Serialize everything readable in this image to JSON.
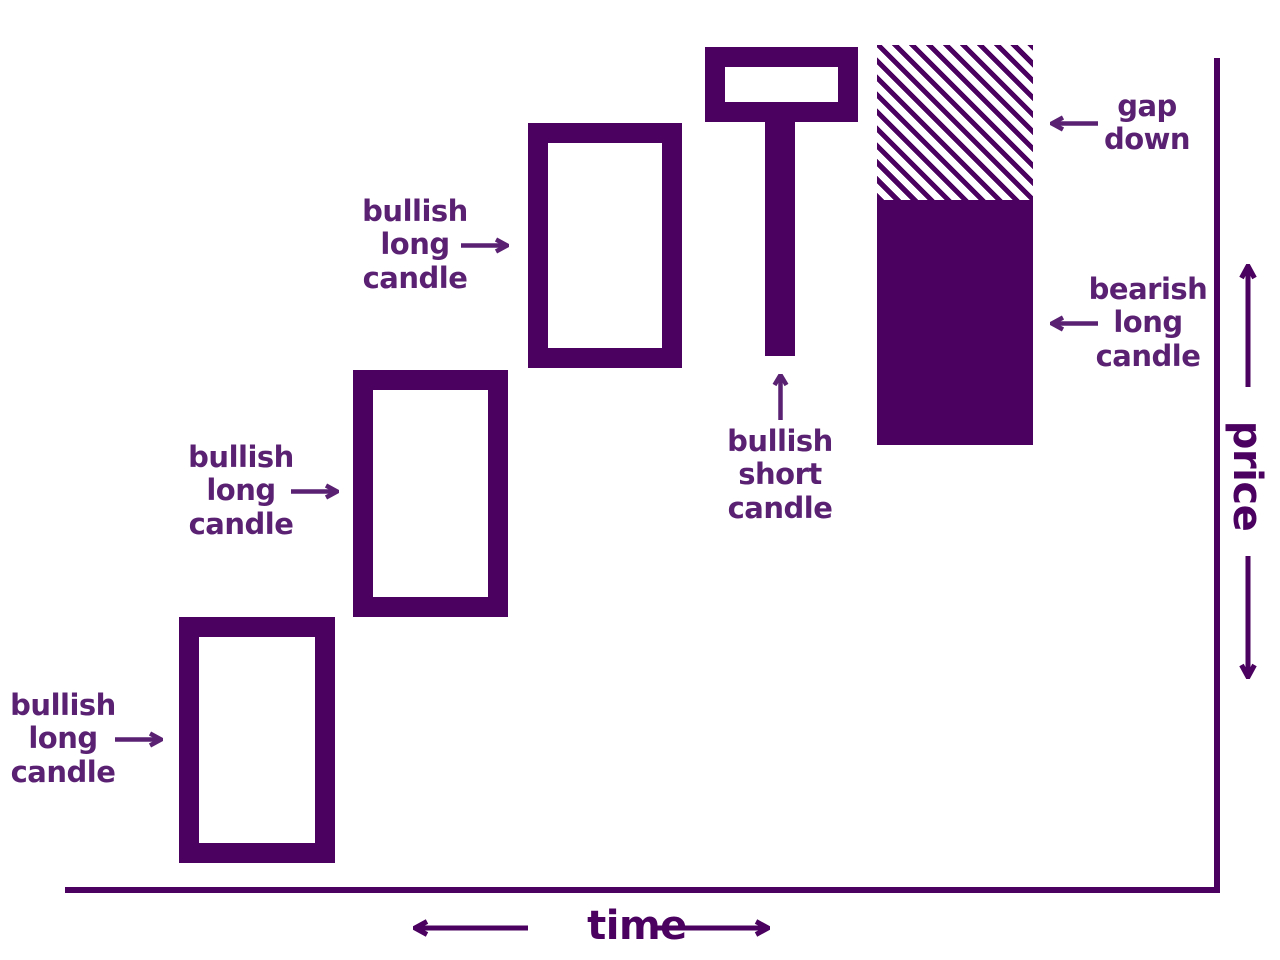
{
  "diagram": {
    "type": "candlestick-pattern-illustration",
    "colors": {
      "candle": "#4a015f",
      "label_text": "#5a2173",
      "background": "#ffffff"
    },
    "axes": {
      "x_label": "time",
      "y_label": "price"
    },
    "labels": {
      "candle1": {
        "lines": [
          "bullish",
          "long",
          "candle"
        ]
      },
      "candle2": {
        "lines": [
          "bullish",
          "long",
          "candle"
        ]
      },
      "candle3": {
        "lines": [
          "bullish",
          "long",
          "candle"
        ]
      },
      "candle4": {
        "lines": [
          "bullish",
          "short",
          "candle"
        ]
      },
      "gap": {
        "lines": [
          "gap",
          "down"
        ]
      },
      "candle5": {
        "lines": [
          "bearish",
          "long",
          "candle"
        ]
      }
    },
    "candles": [
      {
        "name": "bullish-long-candle-1",
        "style": "hollow"
      },
      {
        "name": "bullish-long-candle-2",
        "style": "hollow"
      },
      {
        "name": "bullish-long-candle-3",
        "style": "hollow"
      },
      {
        "name": "bullish-short-candle",
        "style": "hollow-body-with-long-lower-wick"
      },
      {
        "name": "gap-down-region",
        "style": "diagonal-hatch"
      },
      {
        "name": "bearish-long-candle",
        "style": "solid"
      }
    ]
  }
}
